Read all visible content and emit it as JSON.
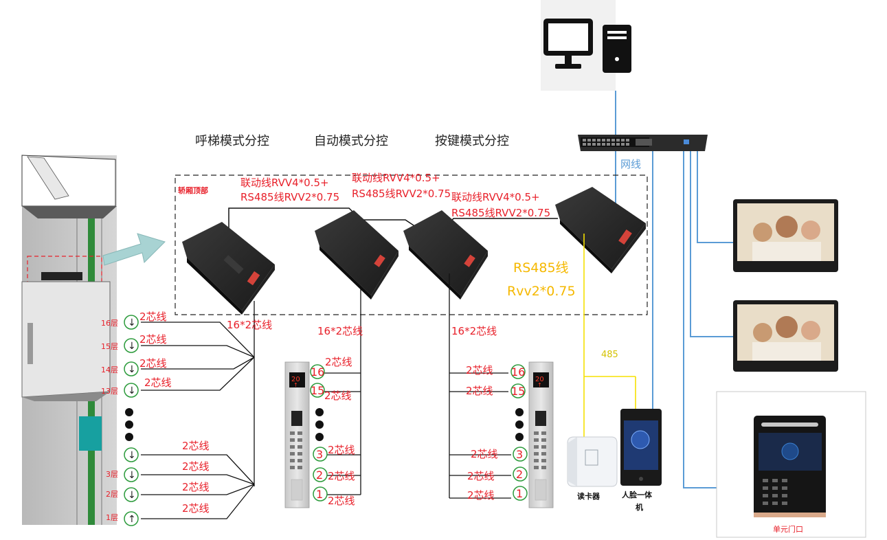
{
  "modes": {
    "call": "呼梯模式分控",
    "auto": "自动模式分控",
    "key": "按键模式分控"
  },
  "car_top": "轿厢顶部",
  "linkage": {
    "line1": "联动线RVV4*0.5+",
    "line2": "RS485线RVV2*0.75"
  },
  "network": "网线",
  "rs485": {
    "line1": "RS485线",
    "line2": "Rvv2*0.75",
    "short": "485"
  },
  "bundle": "16*2芯线",
  "two_core": "2芯线",
  "floors": {
    "f16": "16层",
    "f15": "15层",
    "f14": "14层",
    "f13": "13层",
    "f3": "3层",
    "f2": "2层",
    "f1": "1层"
  },
  "floor_nums": {
    "n16": "16",
    "n15": "15",
    "n3": "3",
    "n2": "2",
    "n1": "1"
  },
  "panel_display": "20",
  "devices": {
    "card_reader": "读卡器",
    "face_terminal": "人脸一体机",
    "unit_door": "单元门口"
  },
  "icons": {
    "computer": "computer-icon",
    "switch": "network-switch-icon",
    "controller": "elevator-controller-icon",
    "monitor": "indoor-monitor-icon"
  },
  "colors": {
    "red": "#e8202a",
    "network_blue": "#5a9bd5",
    "rs485_yellow": "#f5e000",
    "arrow_green": "#2a9a3a"
  }
}
